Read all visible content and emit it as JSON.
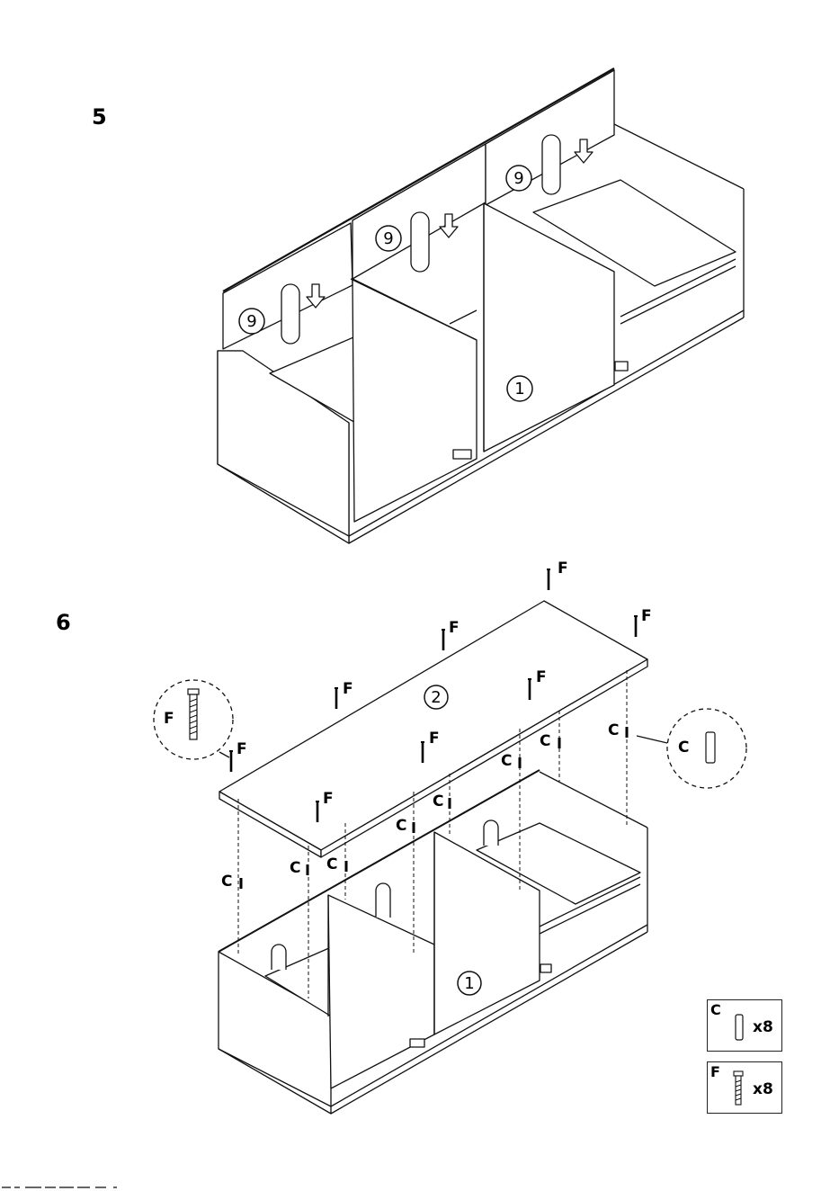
{
  "steps": [
    {
      "number": "5",
      "part_labels": [
        "9",
        "9",
        "9",
        "1"
      ]
    },
    {
      "number": "6",
      "part_labels": [
        "2",
        "1"
      ]
    }
  ],
  "fastener_labels": {
    "F": "F",
    "C": "C"
  },
  "callouts": {
    "left": "F",
    "right": "C"
  },
  "parts_list": [
    {
      "letter": "C",
      "qty": "x8",
      "icon": "dowel-icon"
    },
    {
      "letter": "F",
      "qty": "x8",
      "icon": "screw-icon"
    }
  ]
}
